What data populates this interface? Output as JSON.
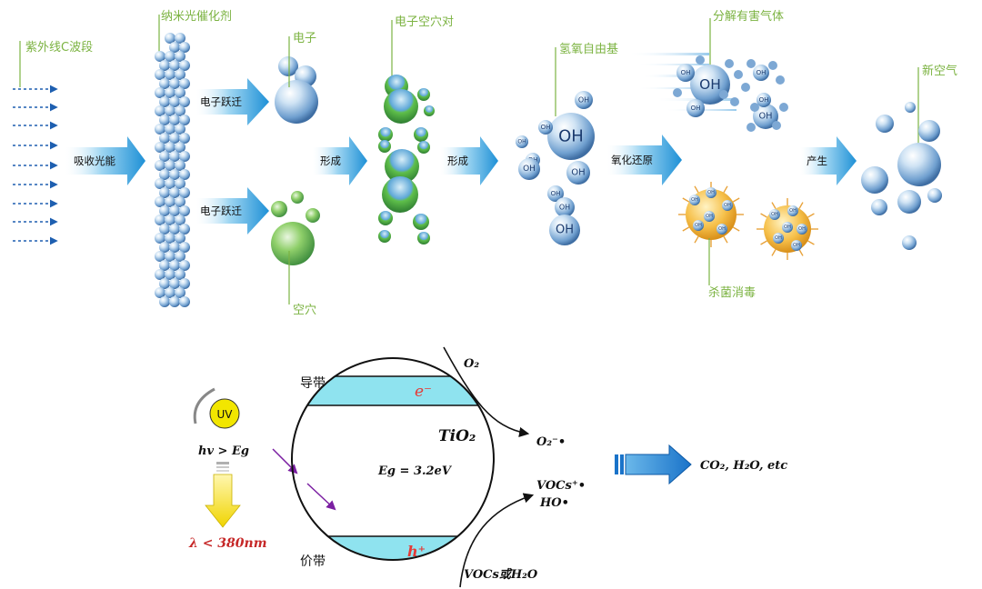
{
  "top_process": {
    "labels": {
      "uv_c": "紫外线C波段",
      "nano_catalyst": "纳米光催化剂",
      "electron": "电子",
      "hole": "空穴",
      "electron_hole_pair": "电子空穴对",
      "hydroxyl_radical": "氢氧自由基",
      "decompose_gas": "分解有害气体",
      "sterilize": "杀菌消毒",
      "fresh_air": "新空气"
    },
    "arrows": {
      "absorb_light": "吸收光能",
      "electron_jump_top": "电子跃迁",
      "electron_jump_bottom": "电子跃迁",
      "form_1": "形成",
      "form_2": "形成",
      "redox": "氧化还原",
      "produce": "产生"
    },
    "radical_text": "OH"
  },
  "band_diagram": {
    "uv": "UV",
    "condition": "hv > Eg",
    "wavelength": "λ < 380nm",
    "conduction_band": "导带",
    "valence_band": "价带",
    "electron": "e⁻",
    "hole": "h⁺",
    "material": "TiO₂",
    "band_gap": "Eg = 3.2eV",
    "o2": "O₂",
    "superoxide": "O₂⁻•",
    "vocs_radical": "VOCs⁺•",
    "ho_radical": "HO•",
    "reactants": "VOCs或H₂O",
    "products": "CO₂, H₂O, etc"
  },
  "colors": {
    "label_green": "#7cb342",
    "arrow_blue": "#29a3e0",
    "band_cyan": "#8fe3ef",
    "electron_red": "#e53935",
    "wavelength_red": "#c62828",
    "uv_yellow": "#f2e600"
  }
}
